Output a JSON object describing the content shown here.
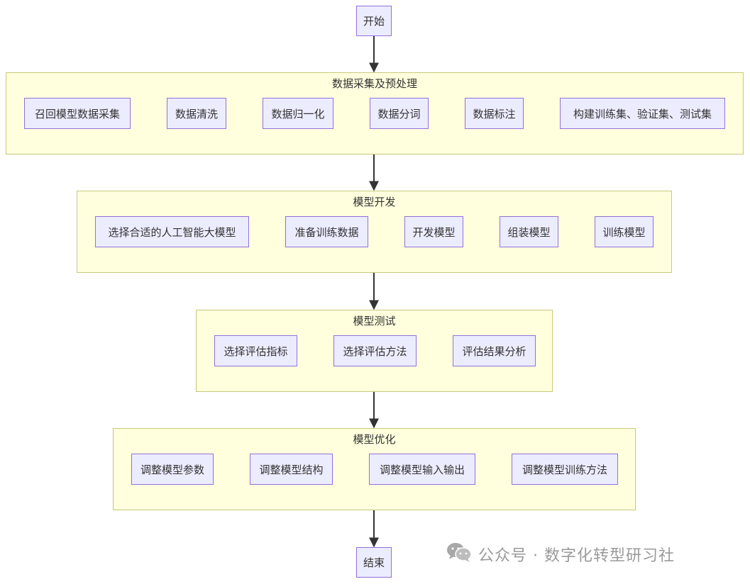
{
  "start": "开始",
  "end": "结束",
  "groups": [
    {
      "title": "数据采集及预处理",
      "nodes": [
        "召回模型数据采集",
        "数据清洗",
        "数据归一化",
        "数据分词",
        "数据标注",
        "构建训练集、验证集、测试集"
      ]
    },
    {
      "title": "模型开发",
      "nodes": [
        "选择合适的人工智能大模型",
        "准备训练数据",
        "开发模型",
        "组装模型",
        "训练模型"
      ]
    },
    {
      "title": "模型测试",
      "nodes": [
        "选择评估指标",
        "选择评估方法",
        "评估结果分析"
      ]
    },
    {
      "title": "模型优化",
      "nodes": [
        "调整模型参数",
        "调整模型结构",
        "调整模型输入输出",
        "调整模型训练方法"
      ]
    }
  ],
  "watermark": {
    "icon": "wechat-icon",
    "text": "公众号 · 数字化转型研习社"
  },
  "colors": {
    "cluster_fill": "#ffffde",
    "cluster_border": "#c8c87a",
    "node_fill": "#ececff",
    "node_border": "#9370db",
    "edge": "#333333"
  }
}
